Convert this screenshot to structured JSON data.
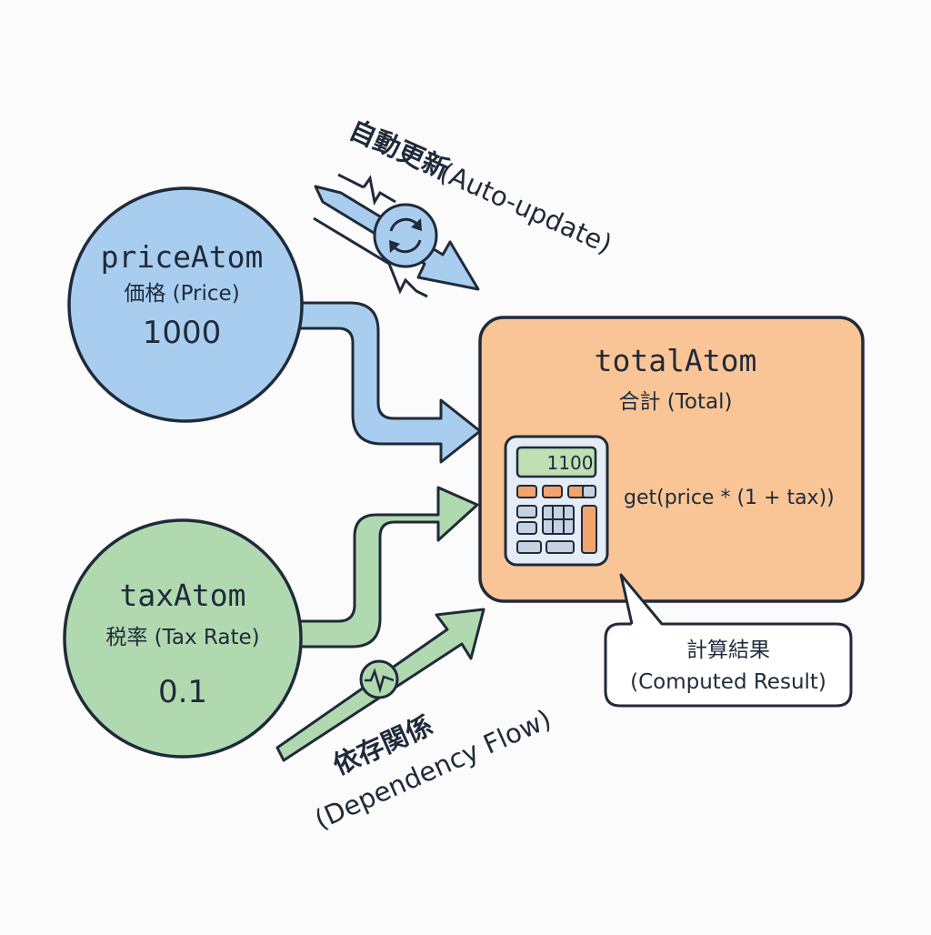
{
  "nodes": {
    "price": {
      "name": "priceAtom",
      "label": "価格 (Price)",
      "value": "1000",
      "color": "#a9cdef"
    },
    "tax": {
      "name": "taxAtom",
      "label": "税率 (Tax Rate)",
      "value": "0.1",
      "color": "#b1d9b0"
    },
    "total": {
      "name": "totalAtom",
      "label": "合計 (Total)",
      "formula": "get(price * (1 + tax))",
      "display": "1100",
      "color": "#f9c596"
    }
  },
  "annotations": {
    "auto_update_jp": "自動更新",
    "auto_update_en": "(Auto-update)",
    "dependency_jp": "依存関係",
    "dependency_en": "(Dependency Flow)",
    "result_jp": "計算結果",
    "result_en": "(Computed Result)"
  },
  "colors": {
    "outline": "#1f2a3a",
    "blue_arrow": "#a9cdef",
    "green_arrow": "#b1d9b0",
    "calc_body": "#e4ecf6",
    "calc_screen": "#bfe0b3",
    "calc_orange": "#f5a36c",
    "calc_key": "#c4d2e2"
  },
  "icons": {
    "sync": "sync-cycle-icon",
    "pulse": "pulse-icon",
    "calculator": "calculator-icon"
  }
}
